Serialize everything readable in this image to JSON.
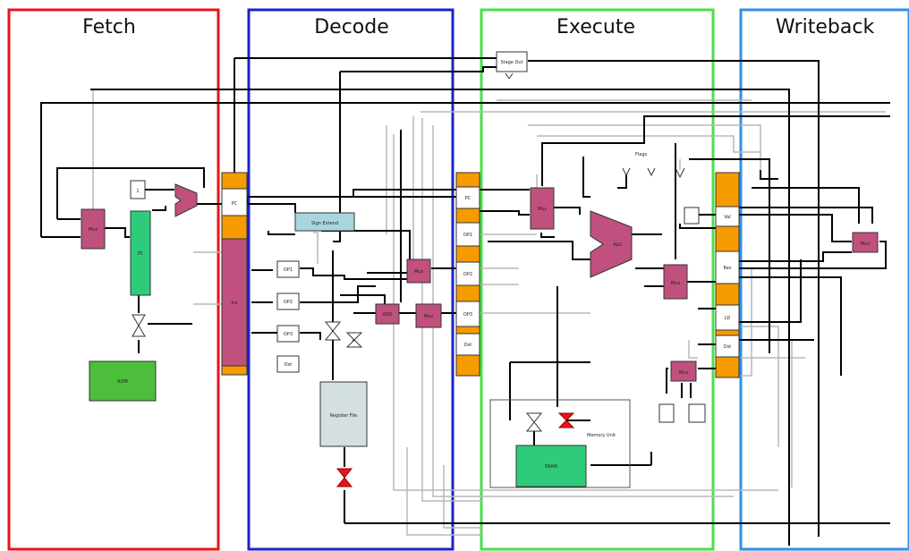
{
  "stages": {
    "fetch": "Fetch",
    "decode": "Decode",
    "execute": "Execute",
    "writeback": "Writeback"
  },
  "stage_colors": {
    "fetch": "#e8141b",
    "decode": "#1c22c8",
    "execute": "#48e048",
    "writeback": "#2f8fe8"
  },
  "block_colors": {
    "mux": "#c0507d",
    "pipeline_register": "#f59b00",
    "adder": "#c0507d",
    "pc_register": "#2ecc7a",
    "rom": "#4cbe3c",
    "sign_extend": "#a9d5e0",
    "register_file": "#d4dfe0",
    "sram": "#2ecc7a"
  },
  "blocks": {
    "pc": "PC",
    "rom": "ROM",
    "register_file": "Register File",
    "sram": "SRAM",
    "memory_unit": "Memory Unit",
    "sign_extend": "Sign Extend",
    "stage_output": "Stage Out",
    "const_one": "1",
    "flags": "Flags",
    "mux": "Mux",
    "alu": "ALU",
    "decode_adder": "ADD"
  },
  "pipeline_fields": {
    "fd_pc": "PC",
    "fd_ins": "Ins",
    "de_pc": "PC",
    "de_op1": "OP1",
    "de_op2": "OP2",
    "de_op3": "OP3",
    "de_dst": "Dst",
    "ew_val": "Val",
    "ew_res": "Res",
    "ew_ld": "LD",
    "ew_dst": "Dst"
  },
  "decode_fields": {
    "op1": "OP1",
    "op2": "OP2",
    "op3": "OP3",
    "dst": "Dst"
  }
}
